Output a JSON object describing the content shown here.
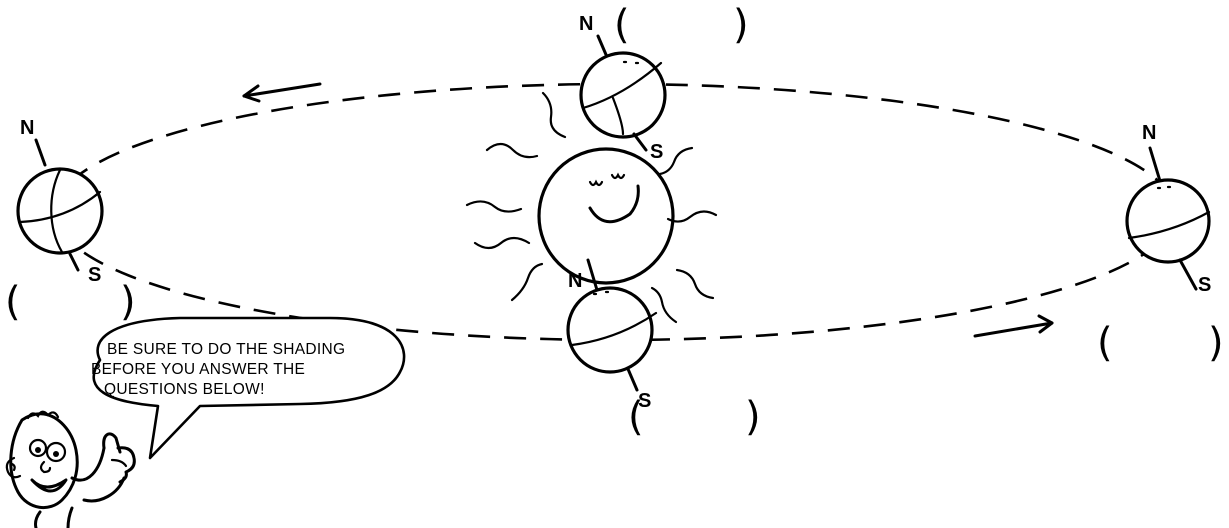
{
  "north_label": "N",
  "south_label": "S",
  "blank_open": "(",
  "blank_close": ")",
  "speech_bubble": {
    "line1": "BE SURE TO DO THE SHADING",
    "line2": "BEFORE YOU ANSWER THE",
    "line3": "QUESTIONS BELOW!"
  }
}
